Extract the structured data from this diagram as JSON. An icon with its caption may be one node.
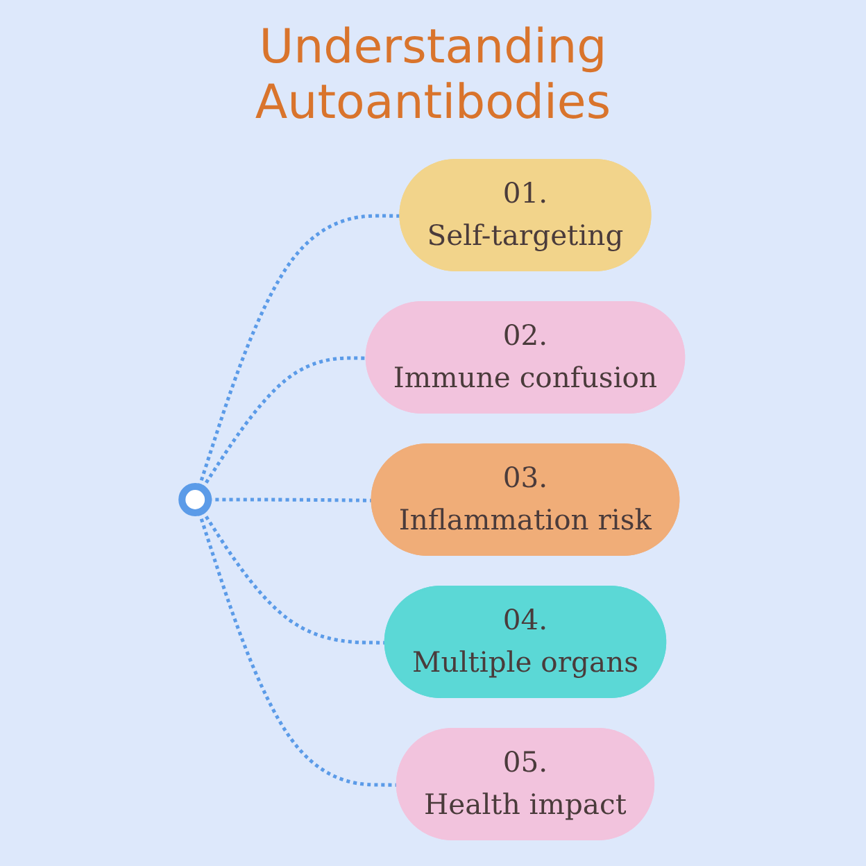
{
  "diagram": {
    "title": "Understanding Autoantibodies",
    "nodes": [
      {
        "text": [],
        "shape": "circle"
      },
      {
        "text": [
          "01.",
          "Self-targeting"
        ]
      },
      {
        "text": [
          "02.",
          "Immune confusion"
        ]
      },
      {
        "text": [
          "03.",
          "Inflammation risk"
        ]
      },
      {
        "text": [
          "04.",
          "Multiple organs"
        ]
      },
      {
        "text": [
          "05.",
          "Health impact"
        ]
      }
    ],
    "edges": [
      {
        "from": 0,
        "to": 1,
        "arrow": "none",
        "style": "dashed"
      },
      {
        "from": 0,
        "to": 2,
        "arrow": "none",
        "style": "dashed"
      },
      {
        "from": 0,
        "to": 3,
        "arrow": "none",
        "style": "dashed"
      },
      {
        "from": 0,
        "to": 4,
        "arrow": "none",
        "style": "dashed"
      },
      {
        "from": 0,
        "to": 5,
        "arrow": "none",
        "style": "dashed"
      }
    ]
  }
}
